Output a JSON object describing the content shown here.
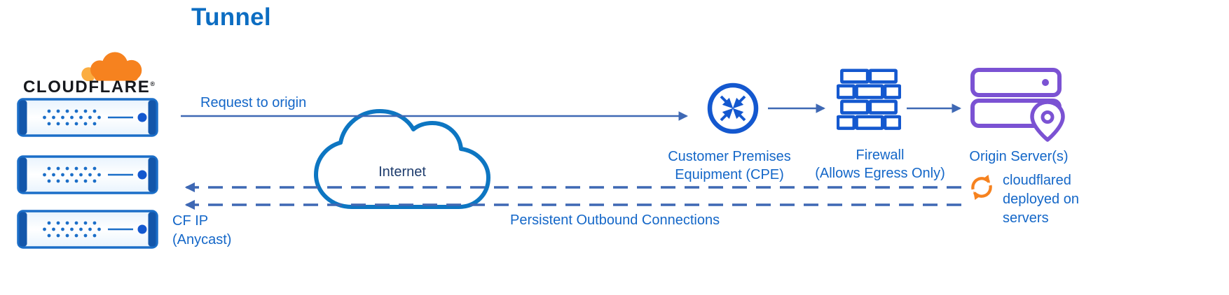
{
  "title": "Tunnel",
  "brand": {
    "wordmark": "CLOUDFLARE",
    "registered_mark": "®"
  },
  "nodes": {
    "internet": {
      "label": "Internet"
    },
    "cpe": {
      "label_line1": "Customer Premises",
      "label_line2": "Equipment (CPE)"
    },
    "firewall": {
      "label_line1": "Firewall",
      "label_line2": "(Allows Egress Only)"
    },
    "origin": {
      "label": "Origin Server(s)"
    },
    "cloudflared": {
      "label_line1": "cloudflared",
      "label_line2": "deployed on",
      "label_line3": "servers"
    }
  },
  "edges": {
    "request": {
      "label": "Request to origin"
    },
    "outbound": {
      "label": "Persistent Outbound Connections"
    },
    "cf_ip": {
      "label_line1": "CF IP",
      "label_line2": "(Anycast)"
    }
  },
  "colors": {
    "label-blue": "#1467c8",
    "title-blue": "#0c6dc2",
    "line-blue": "#3e68b4",
    "icon-blue": "#1458cf",
    "cloud-blue": "#0d76c2",
    "server-blue": "#1b6ec8",
    "server-blue-dark": "#1356aa",
    "navy-text": "#1e3c6d",
    "purple": "#7b52d3",
    "orange": "#f6821f",
    "orange-light": "#fbad41",
    "wordmark-black": "#16181d",
    "bg": "#ffffff"
  }
}
